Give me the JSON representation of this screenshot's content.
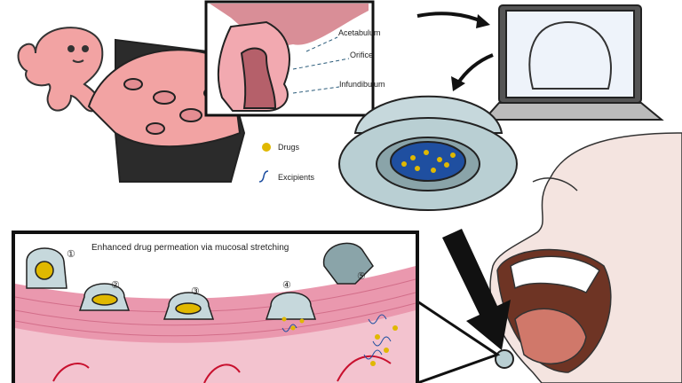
{
  "inset_labels": {
    "acetabulum": "Acetabulum",
    "orifice": "Orifice",
    "infundibulum": "Infundibulum"
  },
  "legend": {
    "drugs": "Drugs",
    "excipients": "Excipients"
  },
  "panel": {
    "title": "Enhanced drug permeation  via mucosal stretching",
    "steps": [
      "①",
      "②",
      "③",
      "④",
      "⑤"
    ]
  },
  "colors": {
    "octopus": "#f2a3a3",
    "sucker_dark": "#b5606a",
    "device": "#b9cfd3",
    "drug": "#e0b800",
    "excipient": "#1f4fa0",
    "tissue": "#ea98ae",
    "skin": "#f4e4e0",
    "mouth": "#6e3424"
  }
}
